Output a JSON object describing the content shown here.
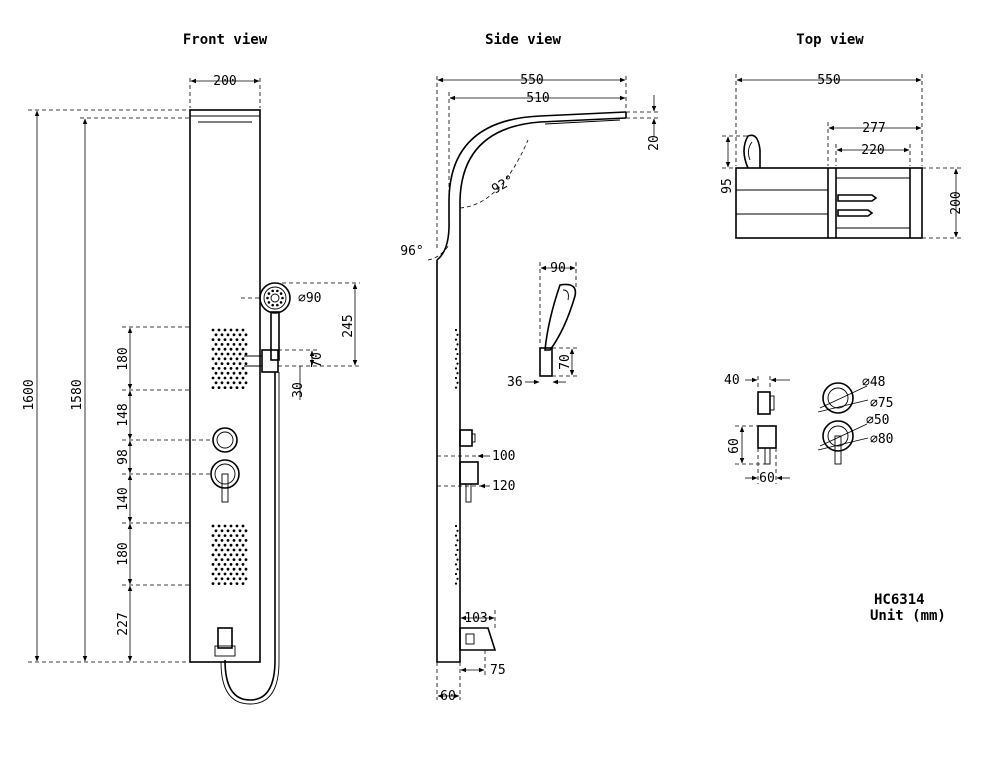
{
  "titles": {
    "front": "Front view",
    "side": "Side view",
    "top": "Top view"
  },
  "model": {
    "code": "HC6314",
    "unit": "Unit (mm)"
  },
  "front_dims": {
    "width": "200",
    "total_height": "1600",
    "panel_height": "1580",
    "hand_dia": "⌀90",
    "holder_span": "245",
    "holder_70": "70",
    "holder_30": "30",
    "seg_180a": "180",
    "seg_148": "148",
    "seg_98": "98",
    "seg_140": "140",
    "seg_180b": "180",
    "seg_227": "227"
  },
  "side_dims": {
    "arm_550": "550",
    "arm_510": "510",
    "head_20": "20",
    "angle_92": "92°",
    "angle_96": "96°",
    "hand_90": "90",
    "hand_70": "70",
    "hand_36": "36",
    "knob_100": "100",
    "knob_120": "120",
    "spout_103": "103",
    "spout_75": "75",
    "base_60": "60"
  },
  "top_dims": {
    "width_550": "550",
    "d277": "277",
    "d220": "220",
    "d95": "95",
    "d200": "200"
  },
  "detail_dims": {
    "d40": "40",
    "d60v": "60",
    "d60h": "60",
    "dia48": "⌀48",
    "dia75": "⌀75",
    "dia50": "⌀50",
    "dia80": "⌀80"
  }
}
